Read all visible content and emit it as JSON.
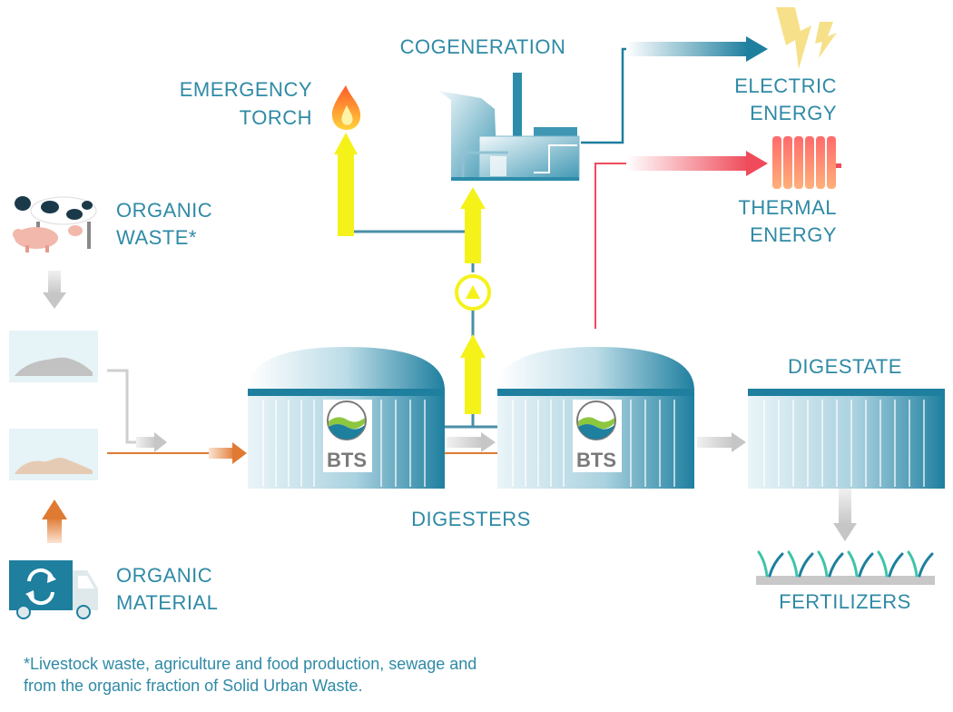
{
  "labels": {
    "cogeneration": "COGENERATION",
    "emergency_torch_1": "EMERGENCY",
    "emergency_torch_2": "TORCH",
    "electric_energy_1": "ELECTRIC",
    "electric_energy_2": "ENERGY",
    "thermal_energy_1": "THERMAL",
    "thermal_energy_2": "ENERGY",
    "organic_waste_1": "ORGANIC",
    "organic_waste_2": "WASTE*",
    "organic_material_1": "ORGANIC",
    "organic_material_2": "MATERIAL",
    "digesters": "DIGESTERS",
    "digestate": "DIGESTATE",
    "fertilizers": "FERTILIZERS"
  },
  "brand": {
    "logo_text": "BTS"
  },
  "footnote": {
    "line1": "*Livestock waste, agriculture and food production, sewage and",
    "line2": "from the organic fraction of Solid Urban Waste."
  },
  "colors": {
    "primary_blue": "#1e7f9f",
    "label_blue": "#2f8aa6",
    "biogas_yellow": "#f5f21a",
    "thermal_red": "#ef4b5a",
    "organic_orange": "#e07a32",
    "arrow_grey": "#c8c8c8"
  },
  "icons": {
    "torch": "flame-icon",
    "electric": "lightning-icon",
    "thermal": "radiator-icon",
    "waste": "livestock-icon",
    "material": "truck-icon",
    "fertilizers": "grass-icon",
    "pump": "pump-icon"
  }
}
